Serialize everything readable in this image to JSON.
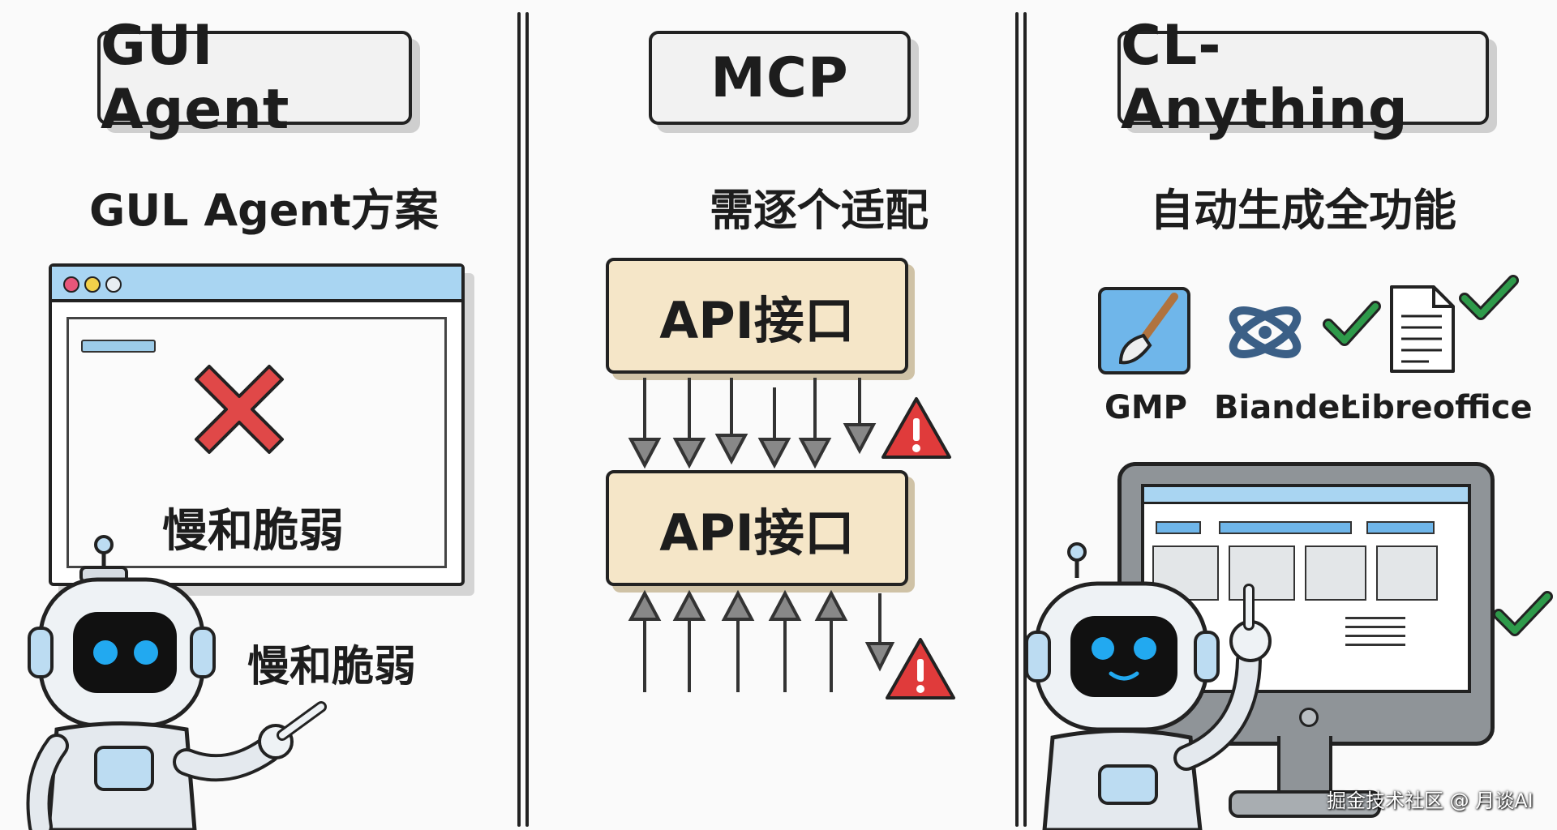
{
  "panels": [
    {
      "title": "GUI Agent",
      "subtitle": "GUL Agent方案",
      "window_label": "慢和脆弱",
      "robot_label": "慢和脆弱",
      "icon": "x-mark-icon"
    },
    {
      "title": "MCP",
      "subtitle": "需逐个适配",
      "api_top": "API接口",
      "api_bottom": "API接口",
      "icon": "warning-icon"
    },
    {
      "title": "CL-Anything",
      "subtitle": "自动生成全功能",
      "apps": [
        {
          "label": "GMP",
          "icon": "paintbrush-icon"
        },
        {
          "label": "Biander",
          "icon": "blender-icon"
        },
        {
          "label": "Libreoffice",
          "icon": "document-icon"
        }
      ]
    }
  ],
  "watermark": "掘金技术社区 @ 月谈AI",
  "colors": {
    "window_bar": "#a9d5f2",
    "x_mark": "#e04848",
    "api_box": "#f5e6c8",
    "warning": "#e03b3b",
    "check": "#2e9a4a",
    "robot_eye": "#22a9f0"
  }
}
